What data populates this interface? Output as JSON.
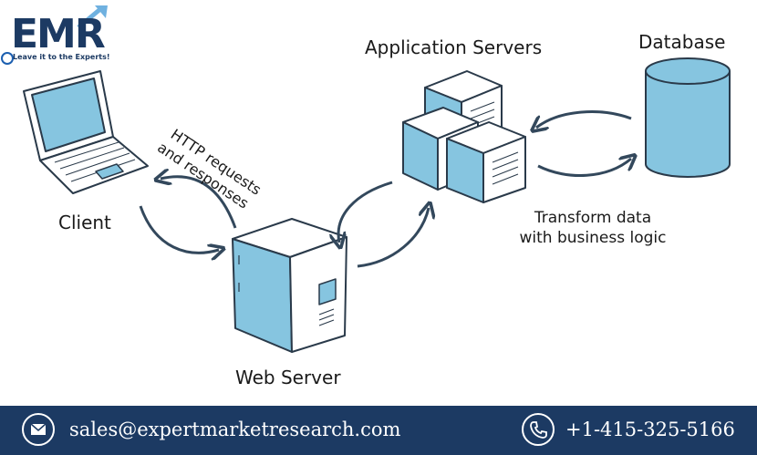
{
  "logo": {
    "name": "EMR",
    "tagline": "Leave it to the Experts!"
  },
  "diagram": {
    "client_label": "Client",
    "http_label_line1": "HTTP requests",
    "http_label_line2": "and responses",
    "web_server_label": "Web Server",
    "app_servers_label": "Application Servers",
    "database_label": "Database",
    "transform_line1": "Transform data",
    "transform_line2": "with business logic"
  },
  "footer": {
    "email": "sales@expertmarketresearch.com",
    "phone": "+1-415-325-5166",
    "email_icon": "envelope-icon",
    "phone_icon": "phone-icon"
  },
  "colors": {
    "accent_blue": "#86c5e0",
    "ink": "#2a3a4a",
    "brand_navy": "#1c3a63",
    "footer_bg": "#1c3a63"
  }
}
